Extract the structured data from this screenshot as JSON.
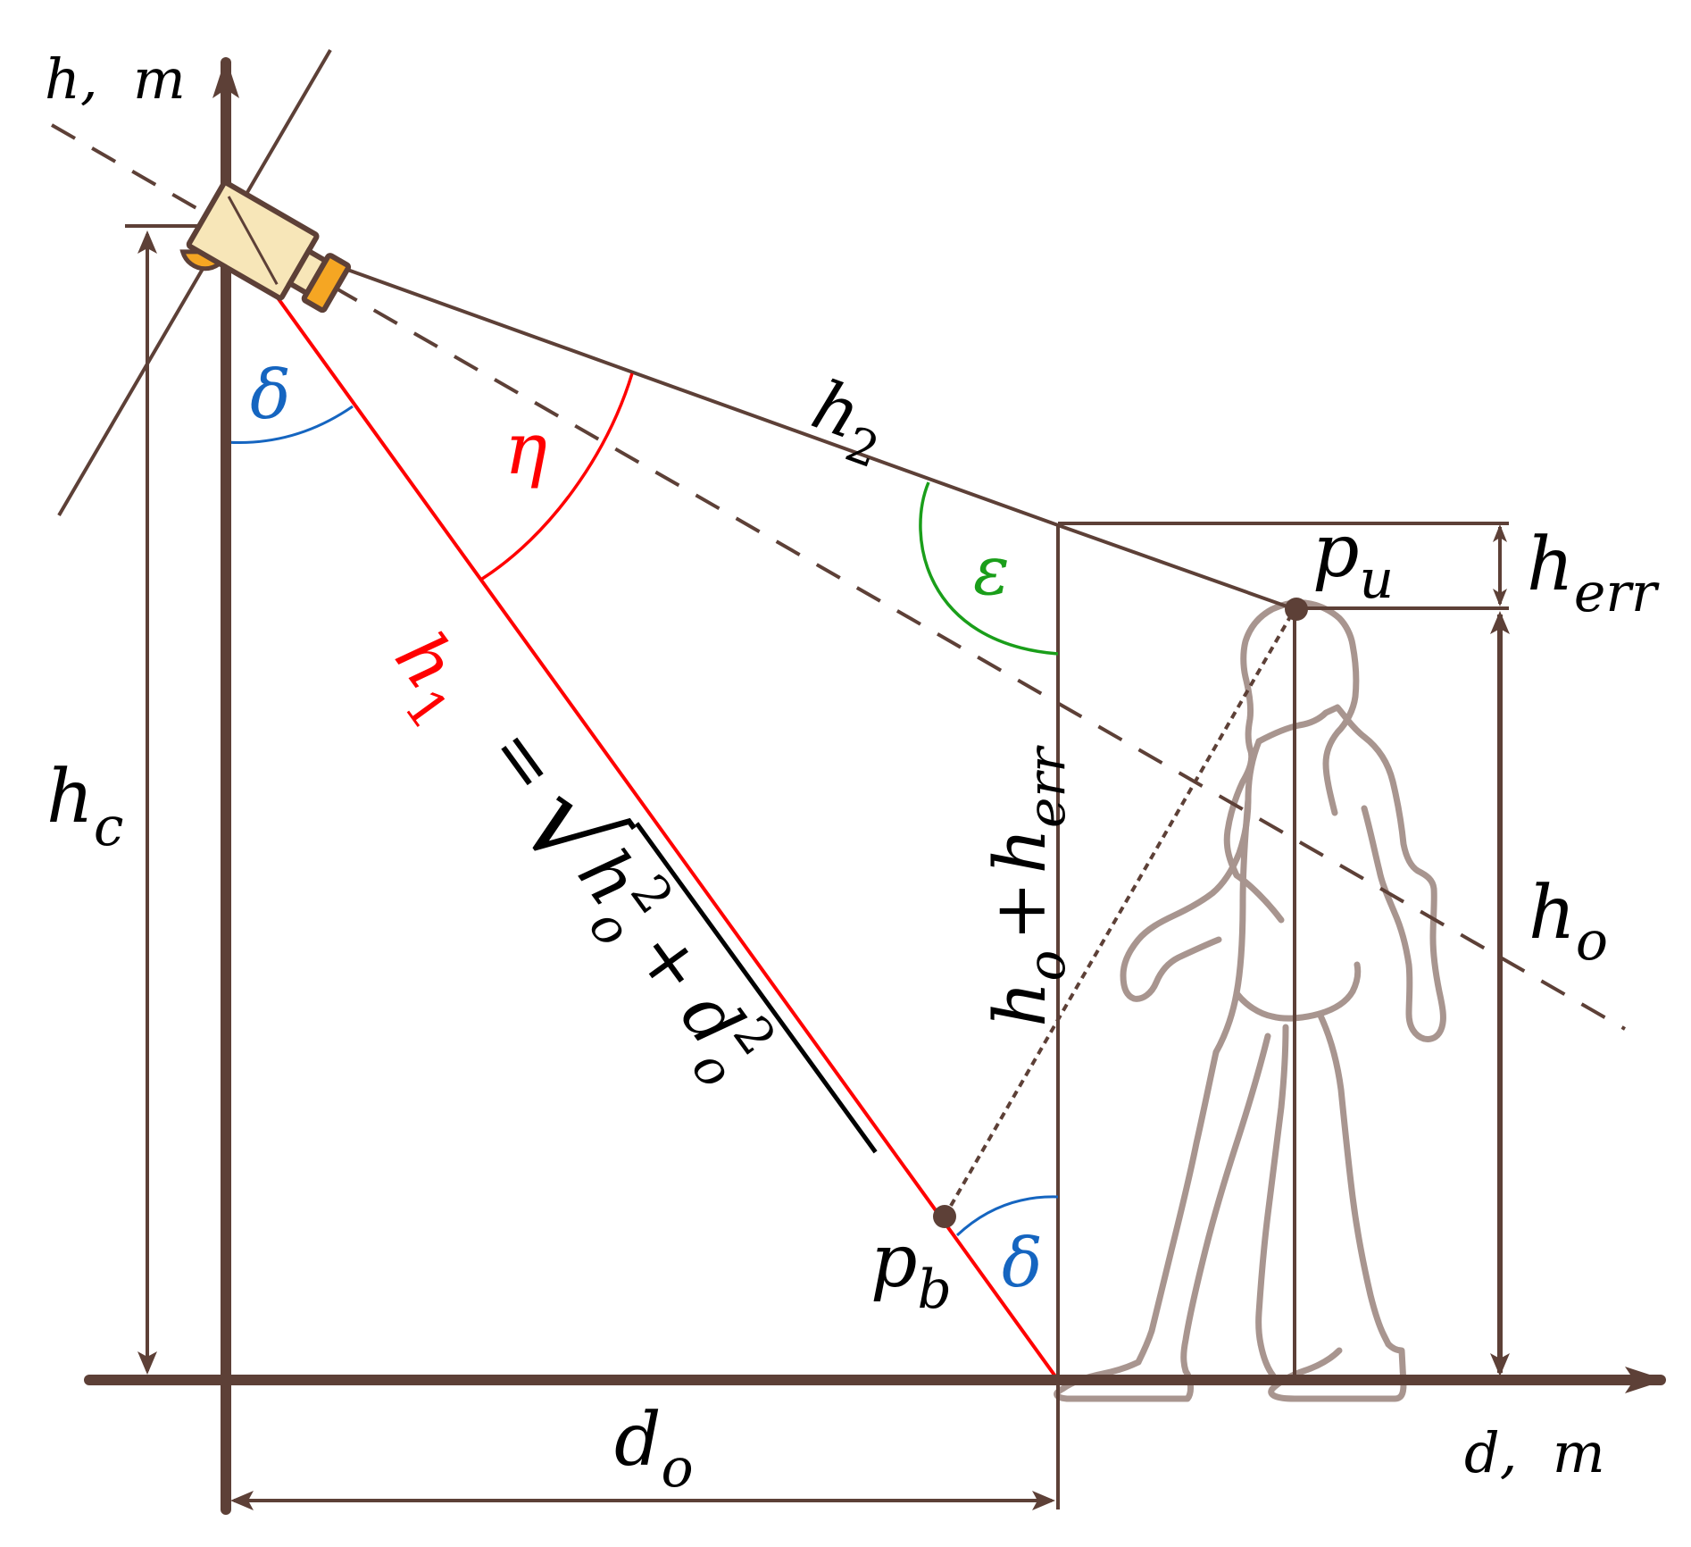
{
  "axes": {
    "vertical_label": "h,  m",
    "horizontal_label": "d,  m"
  },
  "labels": {
    "h_c": {
      "base": "h",
      "sub": "c"
    },
    "h_1": {
      "base": "h",
      "sub": "1"
    },
    "h_2": {
      "base": "h",
      "sub": "2"
    },
    "h_o": {
      "base": "h",
      "sub": "o"
    },
    "h_err": {
      "base": "h",
      "sub": "err"
    },
    "d_o": {
      "base": "d",
      "sub": "o"
    },
    "p_u": {
      "base": "p",
      "sub": "u"
    },
    "p_b": {
      "base": "p",
      "sub": "b"
    },
    "delta": "δ",
    "eta": "η",
    "epsilon": "ε",
    "ho_plus_herr": {
      "a_base": "h",
      "a_sub": "o",
      "plus": "+",
      "b_base": "h",
      "b_sub": "err"
    },
    "h1_formula": {
      "equals": "=",
      "sqrt_sign": "√",
      "h": "h",
      "h_sup": "2",
      "h_sub": "o",
      "plus": "+",
      "d": "d",
      "d_sup": "2",
      "d_sub": "o"
    }
  },
  "colors": {
    "line": "#5d4037",
    "axis": "#5d4037",
    "ray_h1": "#ff0000",
    "angle_delta": "#1565c0",
    "angle_eta": "#ff0000",
    "angle_epsilon": "#1a9e1a",
    "text": "#000000",
    "silhouette": "#a8958f",
    "camera_body": "#f7e6b8",
    "camera_mount": "#f5a623"
  },
  "icons": {
    "camera": "camera-icon",
    "person": "walking-person-silhouette"
  }
}
